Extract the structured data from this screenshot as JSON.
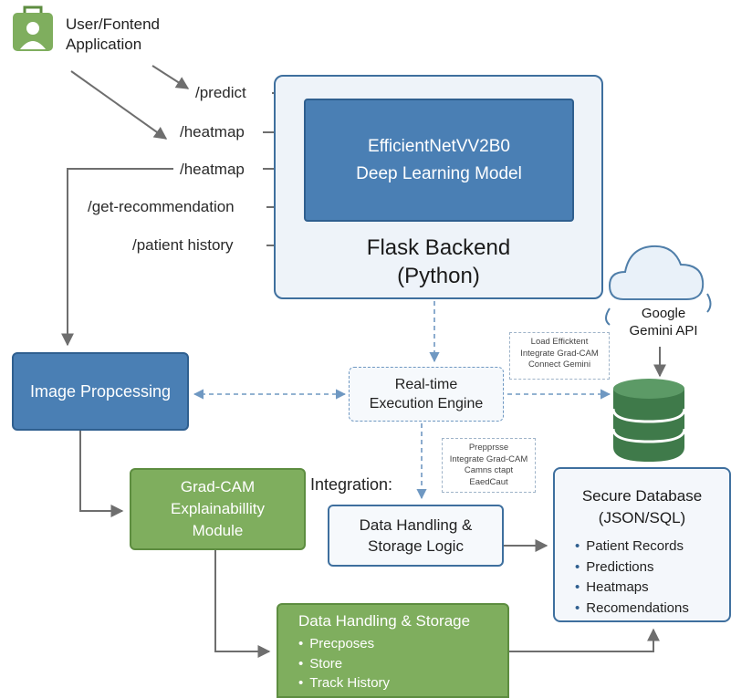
{
  "app": {
    "line1": "User/Fontend",
    "line2": "Application"
  },
  "endpoints": [
    "/predict",
    "/heatmap",
    "/heatmap",
    "/get-recommendation",
    "/patient history"
  ],
  "model": {
    "line1": "EfficientNetVV2B0",
    "line2": "Deep Learning Model"
  },
  "flask": {
    "line1": "Flask Backend",
    "line2": "(Python)"
  },
  "gemini": {
    "line1": "Google",
    "line2": "Gemini API"
  },
  "note1": [
    "Load Efficktent",
    "Integrate Grad-CAM",
    "Connect Gemini"
  ],
  "note2": [
    "Prepprsse",
    "Integrate Grad-CAM",
    "Camns ctapt",
    "EaedCaut"
  ],
  "image_processing": "Image Propcessing",
  "rte": {
    "line1": "Real-time",
    "line2": "Execution Engine"
  },
  "integration": "Integration:",
  "gradcam": {
    "line1": "Grad-CAM",
    "line2": "Explainabillity",
    "line3": "Module"
  },
  "data_handling": {
    "line1": "Data Handling &",
    "line2": "Storage Logic"
  },
  "data_storage": {
    "title": "Data Handling & Storage",
    "items": [
      "Precposes",
      "Store",
      "Track History"
    ]
  },
  "secure_db": {
    "line1": "Secure Database",
    "line2": "(JSON/SQL)",
    "items": [
      "Patient Records",
      "Predictions",
      "Heatmaps",
      "Recomendations"
    ]
  },
  "colors": {
    "primary_blue": "#4a7fb4",
    "green": "#7fae5e",
    "arrow": "#6e6e6e",
    "dashed_blue": "#6f98c2"
  }
}
